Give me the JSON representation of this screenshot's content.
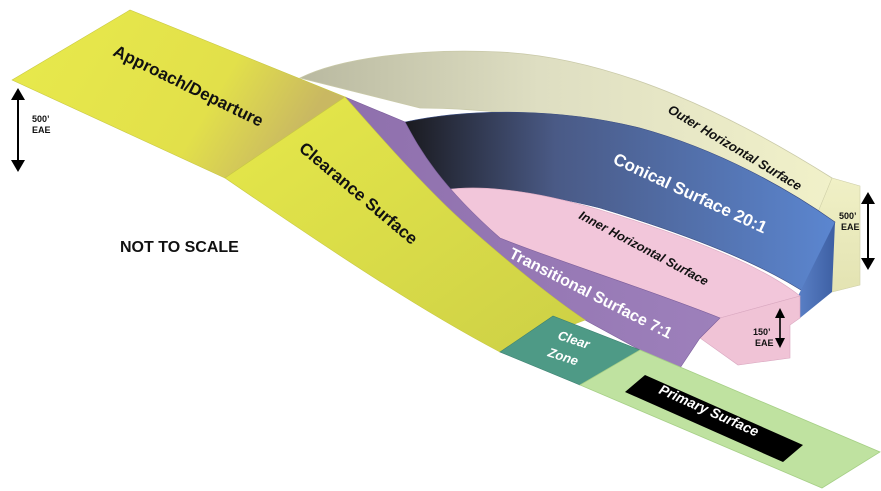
{
  "labels": {
    "approach": "Approach/Departure",
    "clearance": "Clearance Surface",
    "outer_horizontal": "Outer Horizontal Surface",
    "conical": "Conical Surface 20:1",
    "inner_horizontal": "Inner Horizontal Surface",
    "transitional": "Transitional Surface 7:1",
    "clear_zone_line1": "Clear",
    "clear_zone_line2": "Zone",
    "primary": "Primary Surface",
    "not_to_scale": "NOT TO SCALE"
  },
  "dimensions": {
    "left": {
      "value": "500’",
      "unit": "EAE"
    },
    "right": {
      "value": "500’",
      "unit": "EAE"
    },
    "inner": {
      "value": "150’",
      "unit": "EAE"
    }
  },
  "colors": {
    "approach": "#e3e64a",
    "clearance": "#e1e348",
    "outer_horizontal": "#eeeebd",
    "conical": "#5a7fc4",
    "inner_horizontal": "#f2c6da",
    "transitional": "#9a7cb6",
    "clear_zone": "#4e9a86",
    "primary": "#bfe2a0",
    "primary_label_bg": "#000000"
  }
}
